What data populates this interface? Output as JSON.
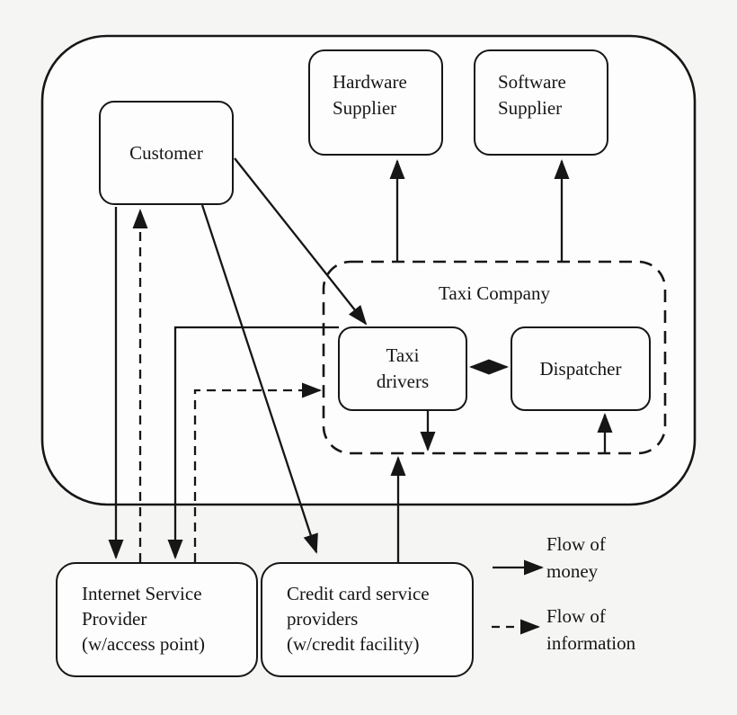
{
  "colors": {
    "background": "#f5f5f4",
    "surface": "#fdfdfd",
    "line": "#161616"
  },
  "boxes": {
    "customer": {
      "lines": [
        "Customer"
      ]
    },
    "hardware_supplier": {
      "lines": [
        "Hardware",
        "Supplier"
      ]
    },
    "software_supplier": {
      "lines": [
        "Software",
        "Supplier"
      ]
    },
    "taxi_company": {
      "label": "Taxi Company"
    },
    "taxi_drivers": {
      "lines": [
        "Taxi",
        "drivers"
      ]
    },
    "dispatcher": {
      "lines": [
        "Dispatcher"
      ]
    },
    "internet_service_provider": {
      "lines": [
        "Internet Service",
        "Provider",
        "(w/access point)"
      ]
    },
    "credit_card_providers": {
      "lines": [
        "Credit card service",
        "providers",
        "(w/credit facility)"
      ]
    }
  },
  "legend": {
    "money": {
      "lines": [
        "Flow of",
        "money"
      ]
    },
    "information": {
      "lines": [
        "Flow of",
        "information"
      ]
    }
  },
  "edges": [
    {
      "id": "customer-to-isp",
      "from": "Customer",
      "to": "Internet Service Provider",
      "flow": "money"
    },
    {
      "id": "isp-to-customer",
      "from": "Internet Service Provider",
      "to": "Customer",
      "flow": "information"
    },
    {
      "id": "customer-to-taxi-drivers",
      "from": "Customer",
      "to": "Taxi drivers",
      "flow": "money"
    },
    {
      "id": "customer-to-credit",
      "from": "Customer",
      "to": "Credit card service providers",
      "flow": "money"
    },
    {
      "id": "taxi-drivers-to-isp",
      "from": "Taxi drivers",
      "to": "Internet Service Provider",
      "flow": "money"
    },
    {
      "id": "isp-to-taxi-drivers",
      "from": "Internet Service Provider",
      "to": "Taxi drivers",
      "flow": "information"
    },
    {
      "id": "taxi-company-to-hardware-supplier",
      "from": "Taxi Company",
      "to": "Hardware Supplier",
      "flow": "money"
    },
    {
      "id": "taxi-company-to-software-supplier",
      "from": "Taxi Company",
      "to": "Software Supplier",
      "flow": "money"
    },
    {
      "id": "taxi-drivers-dispatcher",
      "from": "Taxi drivers",
      "to": "Dispatcher",
      "flow": "money",
      "bidirectional": true
    },
    {
      "id": "taxi-drivers-to-credit",
      "from": "Taxi drivers",
      "to": "Credit card service providers",
      "flow": "money"
    },
    {
      "id": "credit-to-taxi-company",
      "from": "Credit card service providers",
      "to": "Taxi Company",
      "flow": "money"
    },
    {
      "id": "taxi-company-to-dispatcher",
      "from": "Taxi Company",
      "to": "Dispatcher",
      "flow": "money"
    }
  ]
}
